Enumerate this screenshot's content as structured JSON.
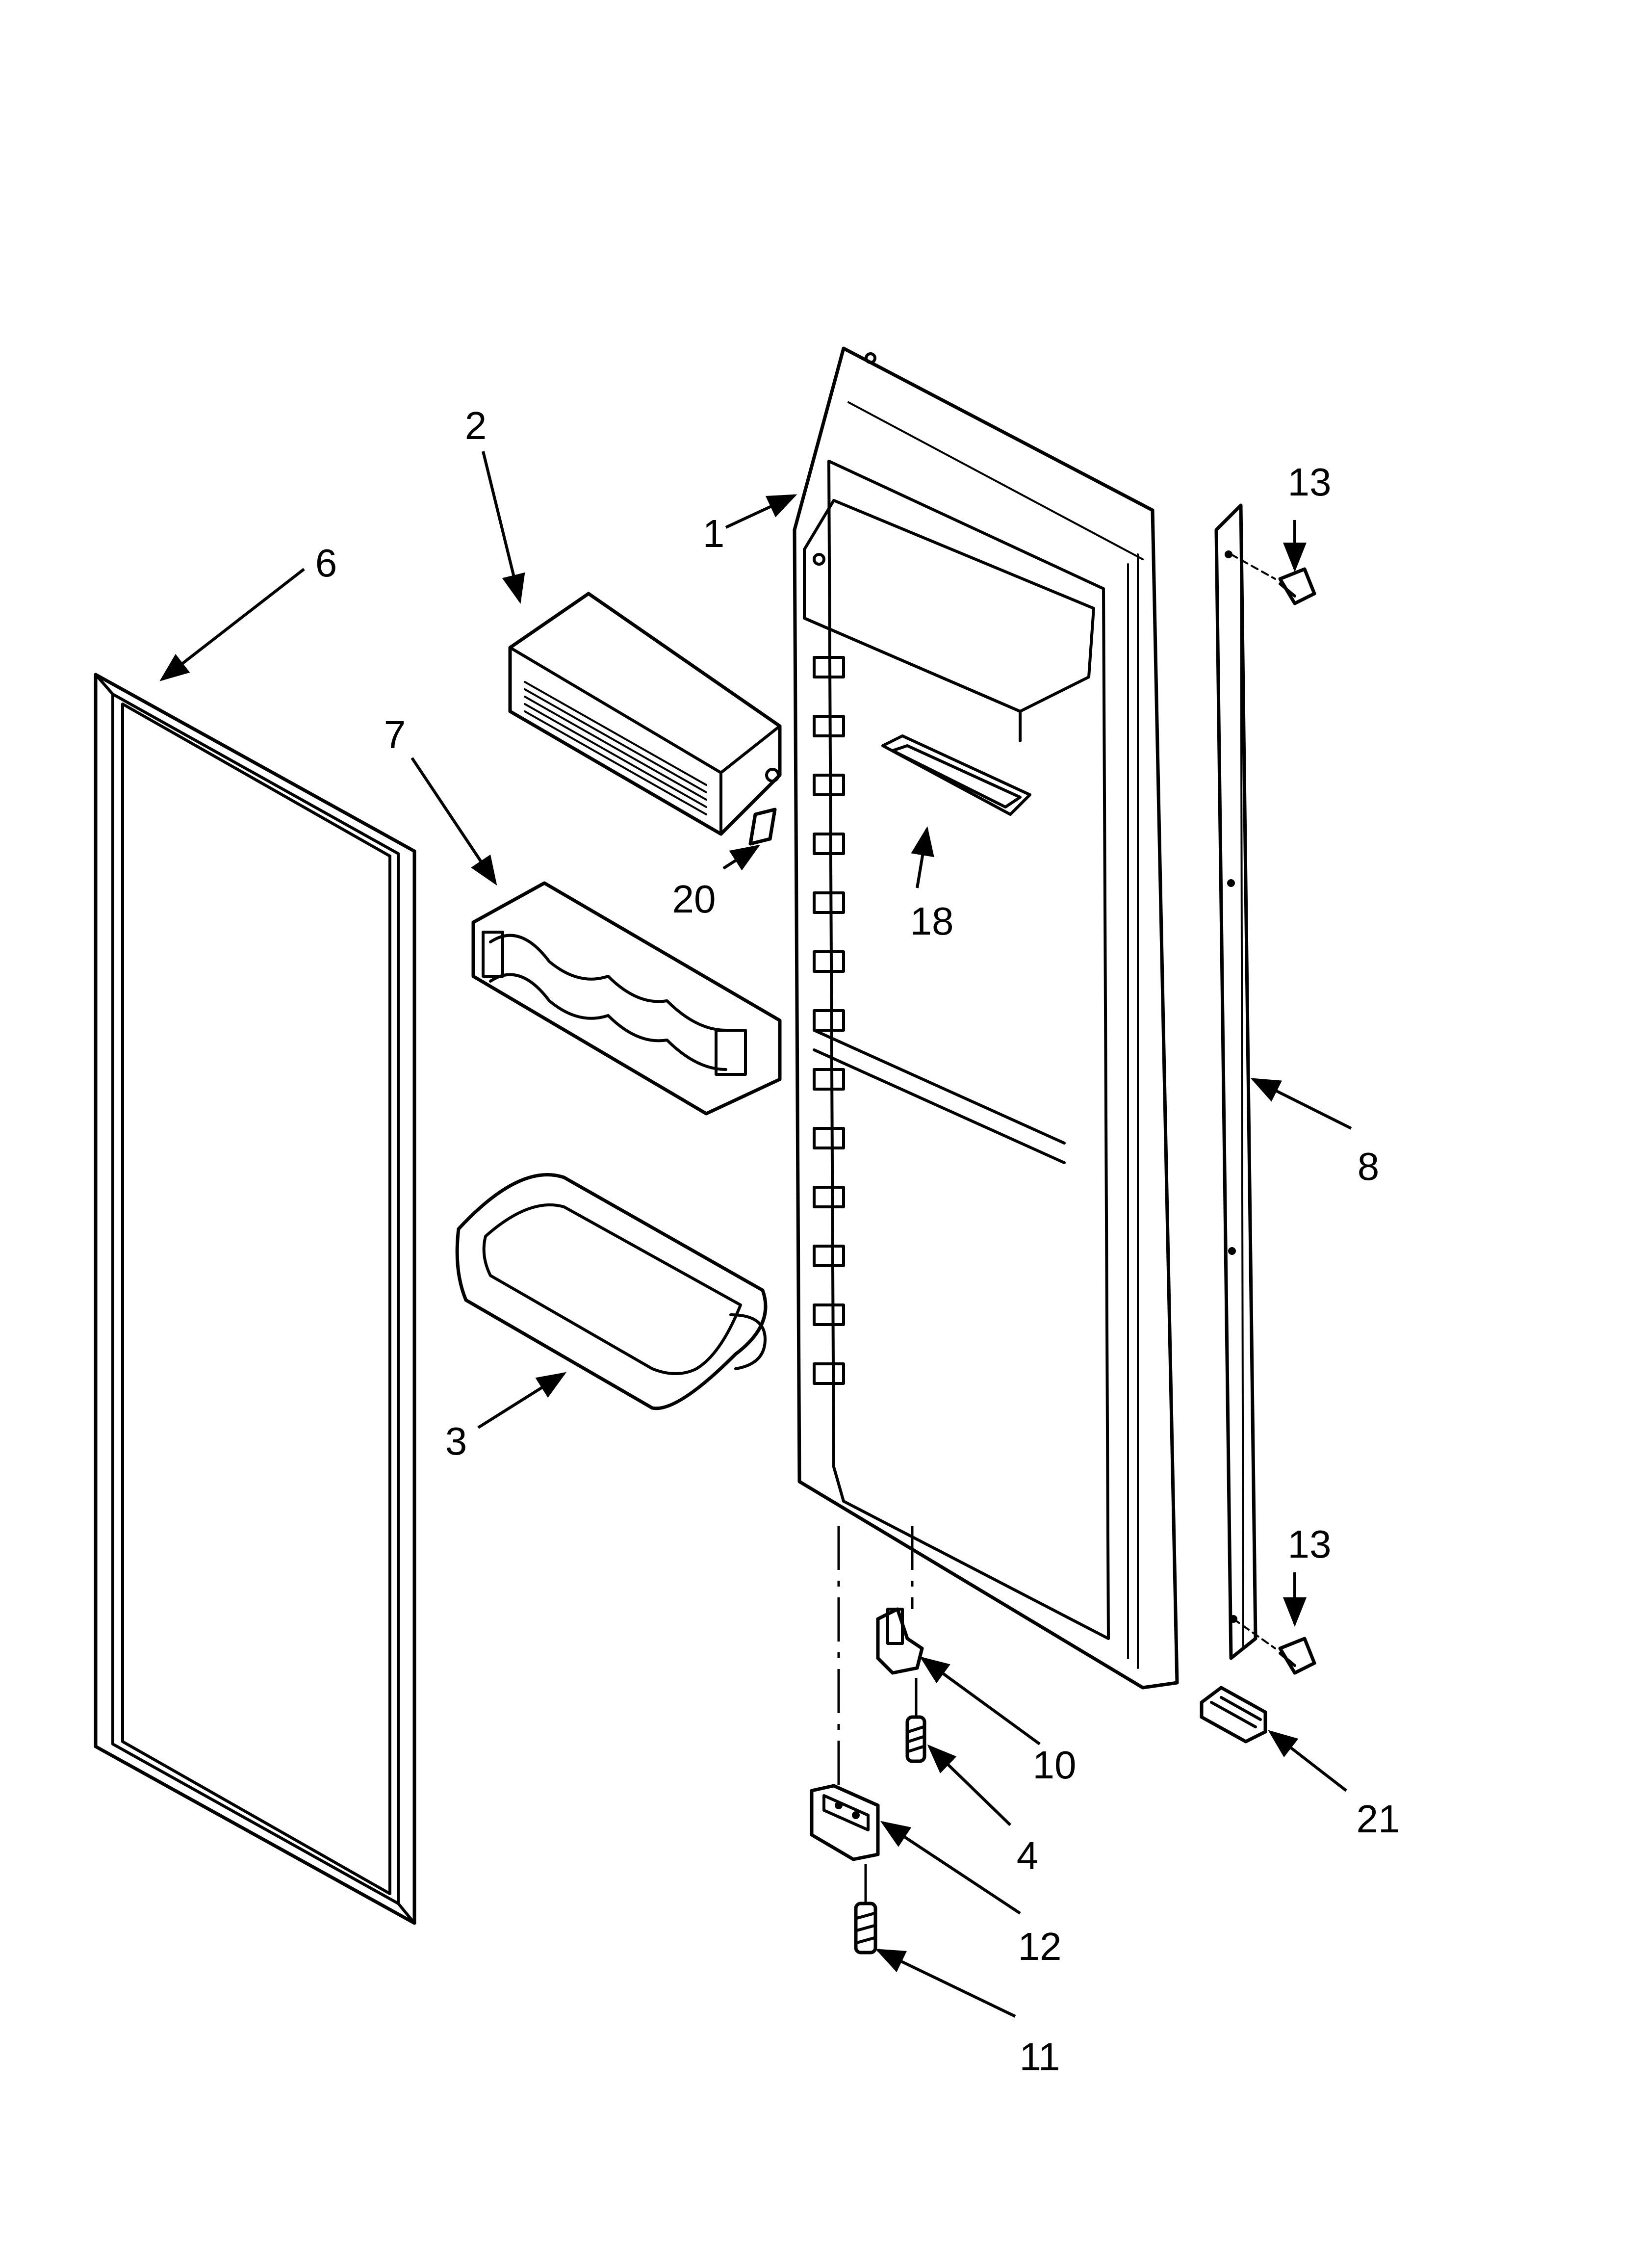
{
  "diagram": {
    "callouts": [
      {
        "id": "1",
        "label": "1"
      },
      {
        "id": "2",
        "label": "2"
      },
      {
        "id": "3",
        "label": "3"
      },
      {
        "id": "4",
        "label": "4"
      },
      {
        "id": "6",
        "label": "6"
      },
      {
        "id": "7",
        "label": "7"
      },
      {
        "id": "8",
        "label": "8"
      },
      {
        "id": "10",
        "label": "10"
      },
      {
        "id": "11",
        "label": "11"
      },
      {
        "id": "12",
        "label": "12"
      },
      {
        "id": "13a",
        "label": "13"
      },
      {
        "id": "13b",
        "label": "13"
      },
      {
        "id": "18",
        "label": "18"
      },
      {
        "id": "20",
        "label": "20"
      },
      {
        "id": "21",
        "label": "21"
      }
    ],
    "colors": {
      "ink": "#000000",
      "paper": "#ffffff"
    }
  }
}
